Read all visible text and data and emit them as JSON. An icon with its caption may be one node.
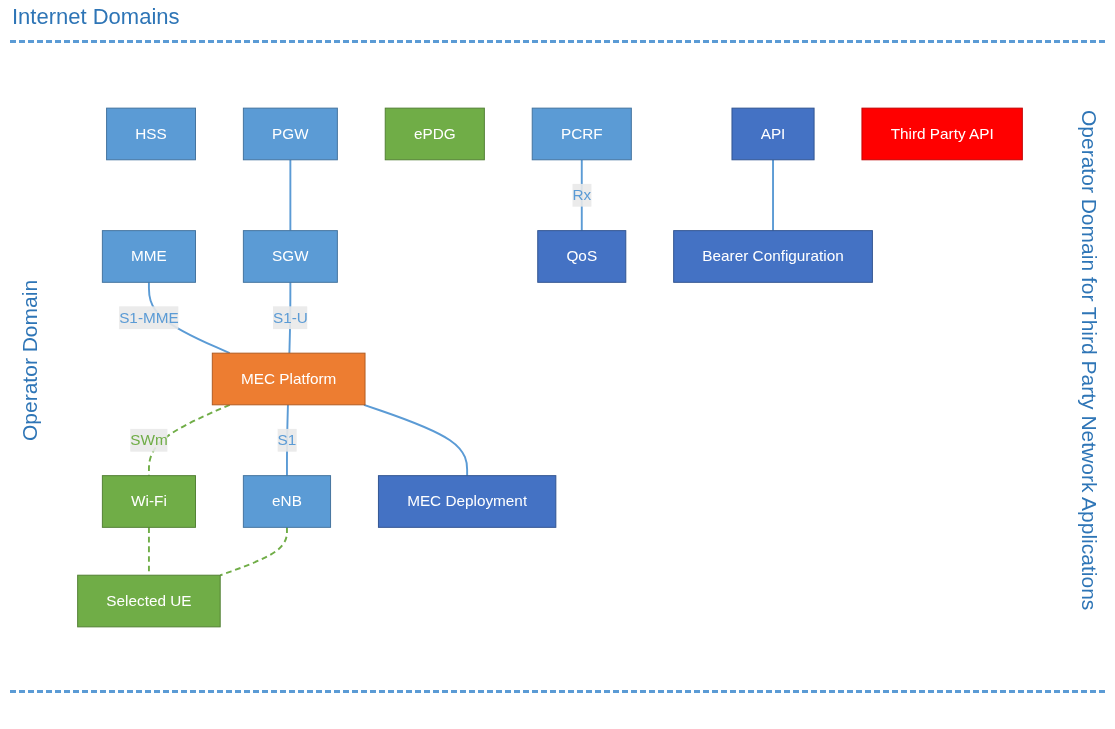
{
  "diagram": {
    "nodes": [
      {
        "text": [
          "HSS"
        ]
      },
      {
        "text": [
          "PGW"
        ]
      },
      {
        "text": [
          "ePDG"
        ]
      },
      {
        "text": [
          "MME"
        ]
      },
      {
        "text": [
          "SGW"
        ]
      },
      {
        "text": [
          "PCRF"
        ]
      },
      {
        "text": [
          "MEC Platform"
        ]
      },
      {
        "text": [
          "Wi-Fi"
        ]
      },
      {
        "text": [
          "eNB"
        ]
      },
      {
        "text": [
          "API"
        ]
      },
      {
        "text": [
          "QoS"
        ]
      },
      {
        "text": [
          "MEC Deployment"
        ]
      },
      {
        "text": [
          "Bearer Configuration"
        ]
      },
      {
        "text": [
          "Third Party API"
        ]
      },
      {
        "text": [
          "Selected UE"
        ]
      }
    ],
    "edges": [
      {
        "from": 1,
        "to": 4,
        "arrow": "none"
      },
      {
        "from": 3,
        "to": 6,
        "arrow": "none",
        "label": "S1-MME"
      },
      {
        "from": 4,
        "to": 6,
        "arrow": "none",
        "label": "S1-U"
      },
      {
        "from": 5,
        "to": 10,
        "arrow": "none",
        "label": "Rx"
      },
      {
        "from": 6,
        "to": 11,
        "arrow": "none"
      },
      {
        "from": 6,
        "to": 7,
        "arrow": "none",
        "label": "SWm",
        "style": "dashed",
        "color": "#70ad47"
      },
      {
        "from": 6,
        "to": 8,
        "arrow": "none",
        "label": "S1"
      },
      {
        "from": 9,
        "to": 12,
        "arrow": "none"
      },
      {
        "from": 7,
        "to": 14,
        "arrow": "none",
        "style": "dashed",
        "color": "#70ad47"
      },
      {
        "from": 8,
        "to": 14,
        "arrow": "none",
        "style": "dashed",
        "color": "#70ad47"
      }
    ],
    "labels": [
      "Internet Domains",
      "Operator Domain",
      "Operator Domain for Third Party Network Applications"
    ]
  }
}
